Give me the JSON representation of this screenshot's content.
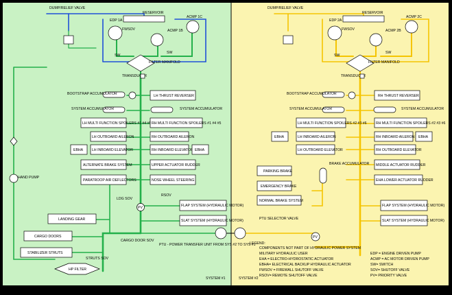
{
  "colors": {
    "sys1_bg": "#c9f2c4",
    "sys2_bg": "#fbf4b0",
    "sys1_line": "#23b04a",
    "sys2_line": "#f5c400",
    "blue_line": "#1f4fd8",
    "frame": "#000000"
  },
  "sys1": {
    "dump_valve": "DUMP/RELIEF VALVE",
    "reservoir": "RESERVOIR",
    "edp": "EDP 1A",
    "fwsov": "FWSOV",
    "acmp_b": "ACMP 1B",
    "acmp_c": "ACMP 1C",
    "sw": "SW",
    "filter": "FILTER MANIFOLD",
    "transducer": "TRANSDUCER",
    "bootstrap": "BOOTSTRAP ACCUMULATOR",
    "thrust": "LH THRUST REVERSER",
    "sys_acc": "SYSTEM ACCUMULATOR",
    "spoilers_l": "LH MULTI FUNCTION SPOILERS #1 #4 #5",
    "spoilers_r": "RH MULTI FUNCTION SPOILERS #1 #4 #5",
    "aileron_lo": "LH OUTBOARD AILERON",
    "aileron_ro": "RH OUTBOARD AILERON",
    "ebha": "EBHA",
    "elev_li": "LH INBOARD ELEVATOR",
    "elev_ri": "RH INBOARD ELEVATOR",
    "alt_brake": "ALTERNATE BRAKE SYSTEM",
    "upper_rudder": "UPPER ACTUATOR RUDDER",
    "paratroop": "PARATROOP AIR DEFLECTORS",
    "nose_steer": "NOSE WHEEL STEERING",
    "rsov": "RSOV",
    "ldg_sov": "LDG SOV",
    "pv": "PV",
    "flap": "FLAP SYSTEM (HYDRAULIC MOTOR)",
    "landing_gear": "LANDING GEAR",
    "slat": "SLAT SYSTEM (HYDRAULIC MOTOR)",
    "cargo_doors": "CARGO DOORS",
    "cargo_sov": "CARGO DOOR SOV",
    "struts": "STABILIZER STRUTS",
    "struts_sov": "STRUTS SOV",
    "hp_filter": "HP FILTER",
    "hand_pump": "HAND PUMP",
    "system": "SYSTEM #1"
  },
  "sys2": {
    "dump_valve": "DUMP/RELIEF VALVE",
    "reservoir": "RESERVOIR",
    "edp": "EDP 2A",
    "fwsov": "FWSOV",
    "acmp_b": "ACMP 2B",
    "acmp_c": "ACMP 2C",
    "sw": "SW",
    "filter": "FILTER MANIFOLD",
    "transducer": "TRANSDUCER",
    "bootstrap": "BOOTSTRAP ACCUMULATOR",
    "thrust": "RH THRUST REVERSER",
    "sys_acc": "SYSTEM ACCUMULATOR",
    "spoilers_l": "LH MULTI FUNCTION SPOILERS #2 #3 #6",
    "spoilers_r": "RH MULTI FUNCTION SPOILERS #2 #3 #6",
    "aileron_li": "LH INBOARD AILERON",
    "aileron_ri": "RH INBOARD AILERON",
    "ebha": "EBHA",
    "elev_lo": "LH OUTBOARD ELEVATOR",
    "elev_ro": "RH OUTBOARD ELEVATOR",
    "parking": "PARKING BRAKE",
    "brake_acc": "BRAKE ACCUMULATOR",
    "middle_rudder": "MIDDLE ACTUATOR RUDDER",
    "emergency": "EMERGENCY BRAKE",
    "lower_rudder": "EHA LOWER ACTUATOR RUDDER",
    "normal_brake": "NORMAL BRAKE SYSTEM",
    "flap": "FLAP SYSTEM (HYDRAULIC MOTOR)",
    "slat": "SLAT SYSTEM (HYDRAULIC MOTOR)",
    "ptu_valve": "PTU SELECTOR VALVE",
    "pv": "PV",
    "system": "SYSTEM #2"
  },
  "ptu_label": "PTU - POWER TRANSFER UNIT FROM SYS #2 TO SYS #1",
  "legend": {
    "title": "LEGEND:",
    "left": [
      "COMPONENTS NOT PART OF HYDRAULIC POWER SYSTEM",
      "MILITARY HYDRAULIC USER",
      "EHA = ELECTRO-HYDROSTATIC ACTUATOR",
      "EBHA= ELECTRICAL BACKUP HYDRAULIC ACTUATOR",
      "FWSOV = FIREWALL SHUTOFF VALVE",
      "RSOV= REMOTE SHUTOFF VALVE"
    ],
    "right": [
      "EDP = ENGINE DRIVEN PUMP",
      "ACMP = AC MOTOR DRIVEN PUMP",
      "SW= SWITCH",
      "SOV= SHUTOFF VALVE",
      "PV= PRIORITY VALVE"
    ]
  }
}
